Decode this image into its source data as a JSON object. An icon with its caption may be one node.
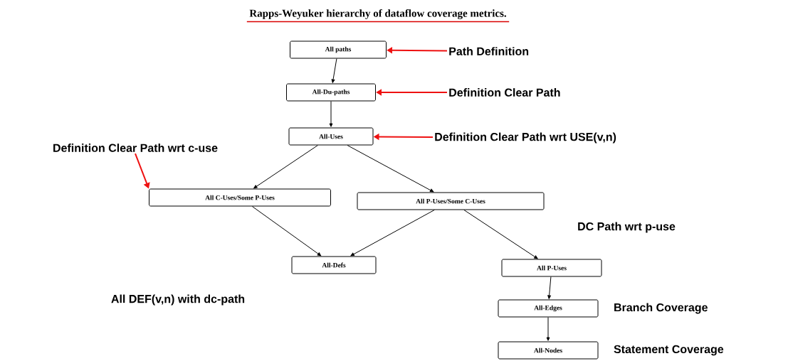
{
  "diagram": {
    "title": "Rapps-Weyuker hierarchy of dataflow coverage metrics.",
    "nodes": [
      {
        "text": [
          "All paths"
        ]
      },
      {
        "text": [
          "All-Du-paths"
        ]
      },
      {
        "text": [
          "All-Uses"
        ]
      },
      {
        "text": [
          "All C-Uses/Some P-Uses"
        ]
      },
      {
        "text": [
          "All P-Uses/Some C-Uses"
        ]
      },
      {
        "text": [
          "All-Defs"
        ]
      },
      {
        "text": [
          "All P-Uses"
        ]
      },
      {
        "text": [
          "All-Edges"
        ],
        "beside": [
          "Branch Coverage"
        ]
      },
      {
        "text": [
          "All-Nodes"
        ],
        "beside": [
          "Statement Coverage"
        ]
      },
      {
        "text": [
          "Path Definition"
        ]
      },
      {
        "text": [
          "Definition Clear Path"
        ]
      },
      {
        "text": [
          "Definition Clear Path wrt USE(v,n)"
        ]
      },
      {
        "text": [
          "Definition Clear Path wrt c-use"
        ]
      }
    ],
    "edges": [
      {
        "from": 0,
        "to": 1,
        "arrow": "to"
      },
      {
        "from": 1,
        "to": 2,
        "arrow": "to"
      },
      {
        "from": 2,
        "to": 3,
        "arrow": "to"
      },
      {
        "from": 2,
        "to": 4,
        "arrow": "to"
      },
      {
        "from": 3,
        "to": 5,
        "arrow": "to"
      },
      {
        "from": 4,
        "to": 5,
        "arrow": "to"
      },
      {
        "from": 4,
        "to": 6,
        "arrow": "to"
      },
      {
        "from": 6,
        "to": 7,
        "arrow": "to"
      },
      {
        "from": 7,
        "to": 8,
        "arrow": "to"
      },
      {
        "from": 9,
        "to": 0,
        "arrow": "to",
        "color": "#ee1111"
      },
      {
        "from": 10,
        "to": 1,
        "arrow": "to",
        "color": "#ee1111"
      },
      {
        "from": 11,
        "to": 2,
        "arrow": "to",
        "color": "#ee1111"
      },
      {
        "from": 12,
        "to": 3,
        "arrow": "to",
        "color": "#ee1111"
      }
    ],
    "labels": [
      "DC Path wrt p-use",
      "All DEF(v,n) with dc-path"
    ]
  }
}
